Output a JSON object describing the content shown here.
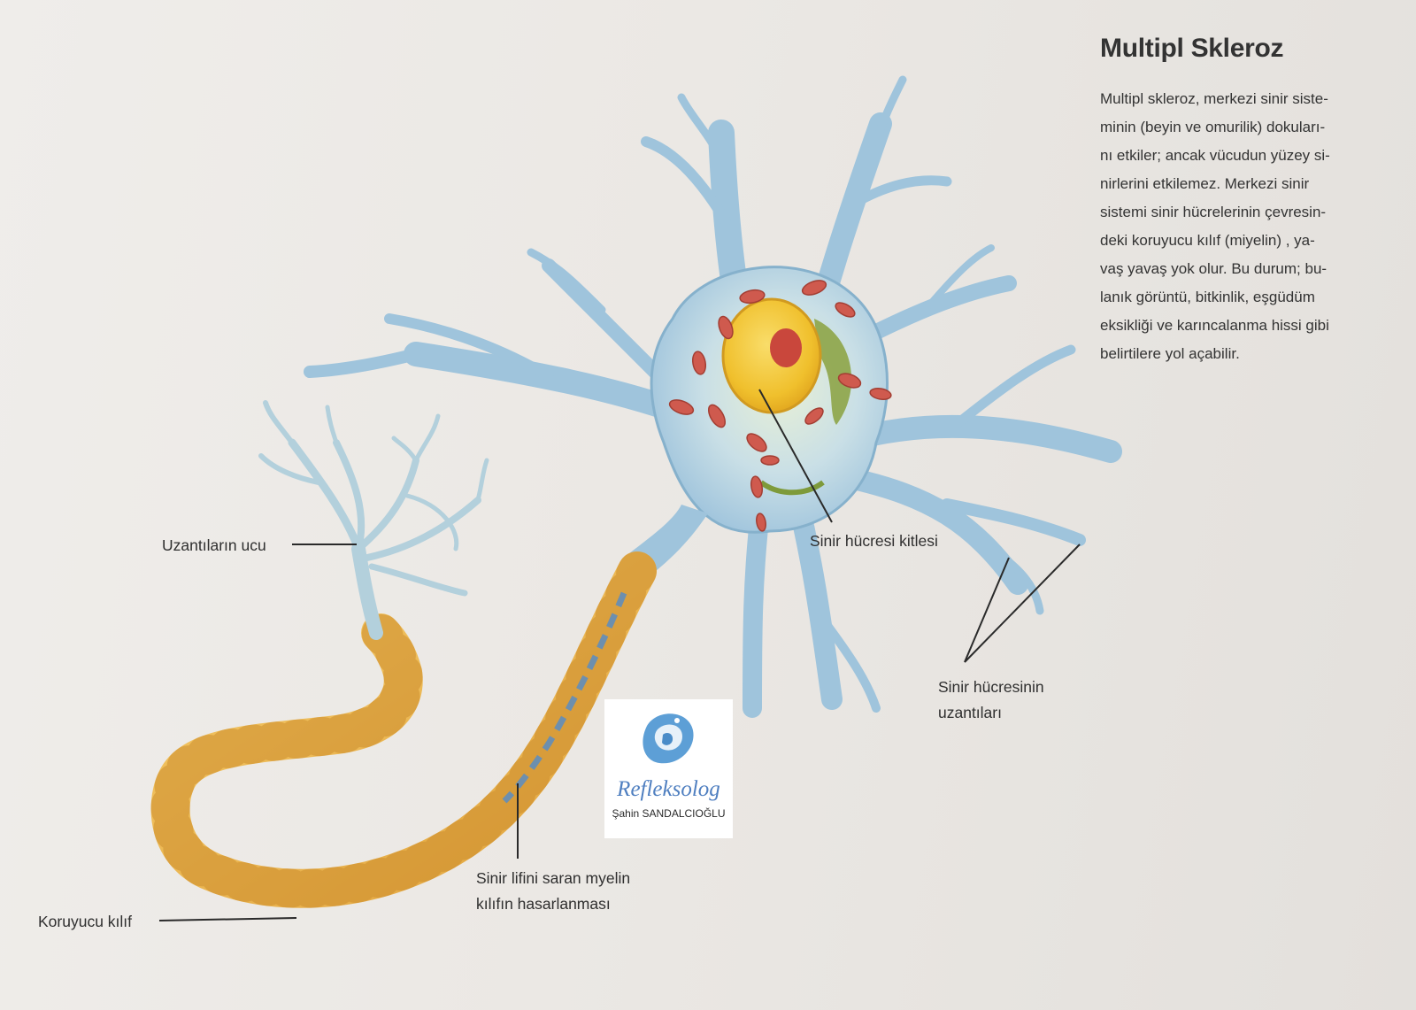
{
  "title": "Multipl Skleroz",
  "body_lines": [
    "Multipl skleroz, merkezi sinir siste-",
    "minin (beyin ve omurilik) dokuları-",
    "nı etkiler; ancak vücudun yüzey si-",
    "nirlerini etkilemez. Merkezi sinir",
    "sistemi sinir hücrelerinin çevresin-",
    "deki koruyucu kılıf (miyelin) , ya-",
    "vaş yavaş yok olur. Bu durum; bu-",
    "lanık görüntü, bitkinlik, eşgüdüm",
    "eksikliği ve karıncalanma hissi gibi",
    "belirtilere yol açabilir."
  ],
  "labels": {
    "axon_terminals": "Uzantıların ucu",
    "cell_body": "Sinir hücresi kitlesi",
    "dendrites_line1": "Sinir hücresinin",
    "dendrites_line2": "uzantıları",
    "myelin_damage_line1": "Sinir lifini saran myelin",
    "myelin_damage_line2": "kılıfın hasarlanması",
    "sheath": "Koruyucu kılıf"
  },
  "logo": {
    "wordmark": "Refleksolog",
    "owner": "Şahin SANDALCIOĞLU"
  },
  "colors": {
    "neuron_blue": "#a9cadf",
    "neuron_edge": "#6f9fc0",
    "nucleus_yellow": "#f2c531",
    "nucleolus_red": "#c9473c",
    "mitochondria_red": "#cf5a4e",
    "golgi_green": "#7e9a3a",
    "myelin_orange": "#eab04a",
    "axon_core": "#6d8fae"
  }
}
